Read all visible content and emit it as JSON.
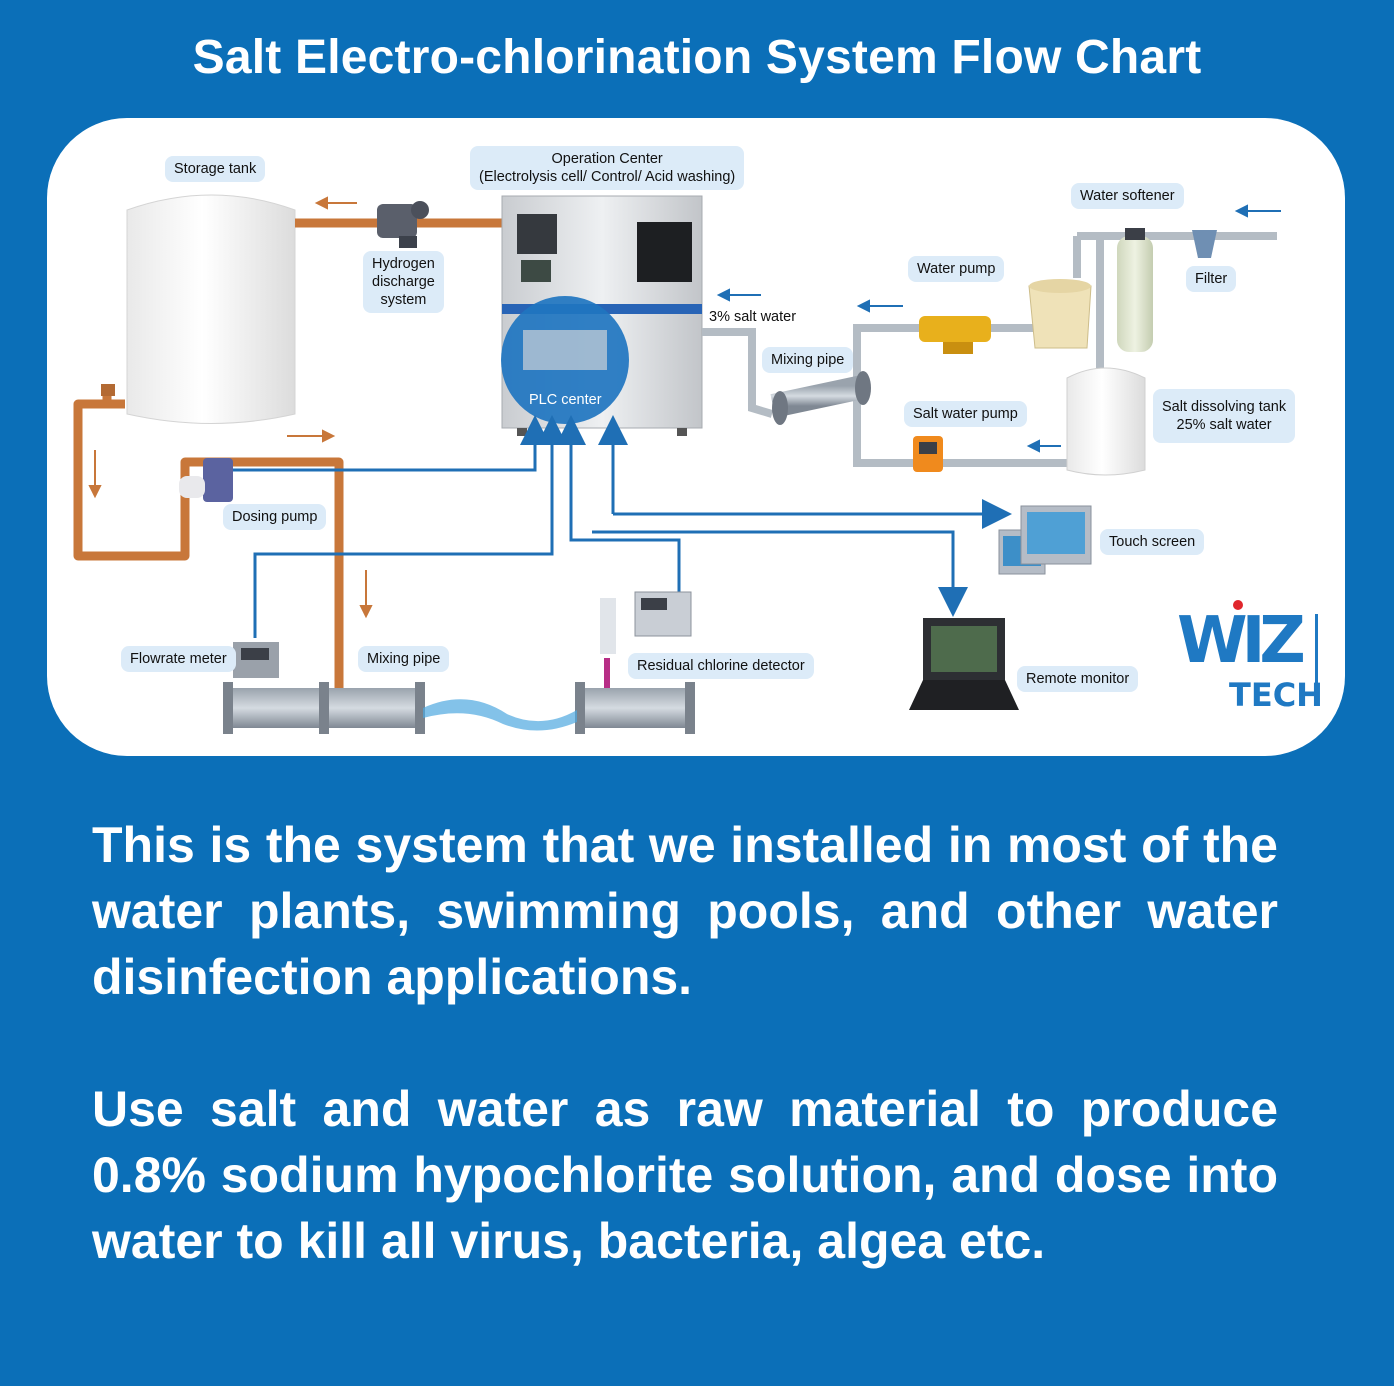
{
  "title": "Salt Electro-chlorination System Flow Chart",
  "labels": {
    "storage_tank": "Storage tank",
    "operation_center_line1": "Operation Center",
    "operation_center_line2": "(Electrolysis cell/ Control/ Acid washing)",
    "water_softener": "Water softener",
    "hydrogen_line1": "Hydrogen",
    "hydrogen_line2": "discharge",
    "hydrogen_line3": "system",
    "water_pump": "Water pump",
    "filter": "Filter",
    "salt_water_3": "3% salt water",
    "mixing_pipe_top": "Mixing pipe",
    "plc_center": "PLC center",
    "salt_water_pump": "Salt water pump",
    "salt_tank_line1": "Salt dissolving tank",
    "salt_tank_line2": "25% salt water",
    "dosing_pump": "Dosing pump",
    "touch_screen": "Touch screen",
    "flowrate_meter": "Flowrate meter",
    "mixing_pipe_bottom": "Mixing pipe",
    "residual_chlorine": "Residual chlorine detector",
    "remote_monitor": "Remote monitor"
  },
  "logo": {
    "letters": "WIZ",
    "sub": "TECH"
  },
  "paragraphs": [
    "This is the system that we installed in most of the water plants, swimming pools, and other water disinfection applications.",
    "Use salt and water as raw material to produce 0.8% sodium hypochlorite solution, and dose into water to kill all virus, bacteria, algea etc."
  ],
  "colors": {
    "background": "#0b6fb8",
    "panel": "#ffffff",
    "label_bg": "#dcebf8",
    "copper_pipe": "#c8773a",
    "signal_line": "#1f6fb5",
    "flow_arrow_orange": "#c8773a",
    "flow_arrow_blue": "#1f6fb5",
    "logo_blue": "#1f79c3",
    "logo_red": "#e0262c"
  }
}
